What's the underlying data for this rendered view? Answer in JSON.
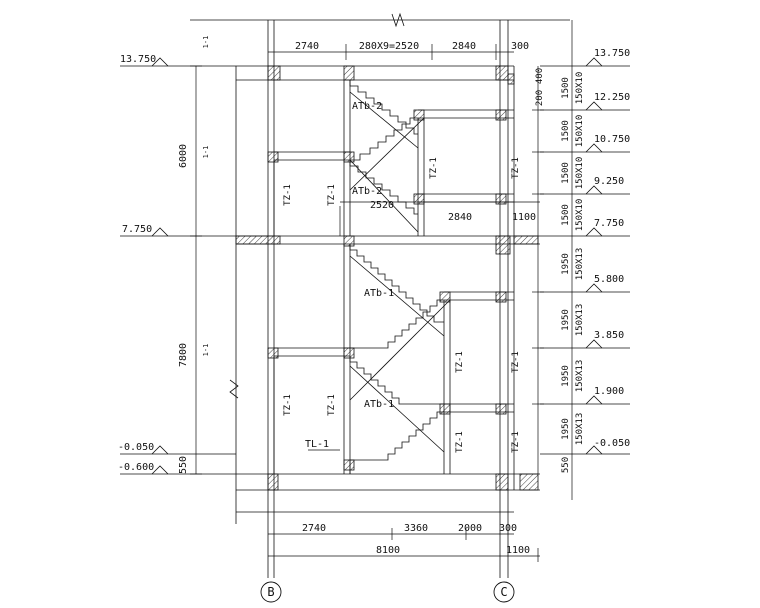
{
  "elevations": {
    "left": [
      "13.750",
      "7.750",
      "-0.050",
      "-0.600"
    ],
    "right": [
      "13.750",
      "12.250",
      "10.750",
      "9.250",
      "7.750",
      "5.800",
      "3.850",
      "1.900",
      "-0.050"
    ]
  },
  "story_heights": {
    "upper": "6000",
    "lower": "7800",
    "base": "550"
  },
  "top_dims": {
    "d1": "2740",
    "d2": "280X9=2520",
    "d3": "2840",
    "d4": "300"
  },
  "mid_dims": {
    "d1": "2520",
    "d2": "2840",
    "d3": "1100"
  },
  "right_dims": {
    "d200": "200",
    "d400": "400",
    "upper_flights": [
      "1500",
      "1500",
      "1500",
      "1500"
    ],
    "upper_steps": [
      "150X10",
      "150X10",
      "150X10",
      "150X10"
    ],
    "lower_flights": [
      "1950",
      "1950",
      "1950",
      "1950"
    ],
    "lower_steps": [
      "150X13",
      "150X13",
      "150X13",
      "150X13"
    ],
    "base": "550"
  },
  "bottom_dims": {
    "row1": [
      "2740",
      "3360",
      "2000",
      "300"
    ],
    "row2": [
      "8100",
      "1100"
    ]
  },
  "axes": [
    "B",
    "C"
  ],
  "member_labels": {
    "atb2": "ATb-2",
    "atb1": "ATb-1",
    "tz1": "TZ-1",
    "tl1": "TL-1"
  },
  "section_marks": {
    "upper_stair": "1-1",
    "mid": "1-1",
    "lower": "1-1"
  }
}
